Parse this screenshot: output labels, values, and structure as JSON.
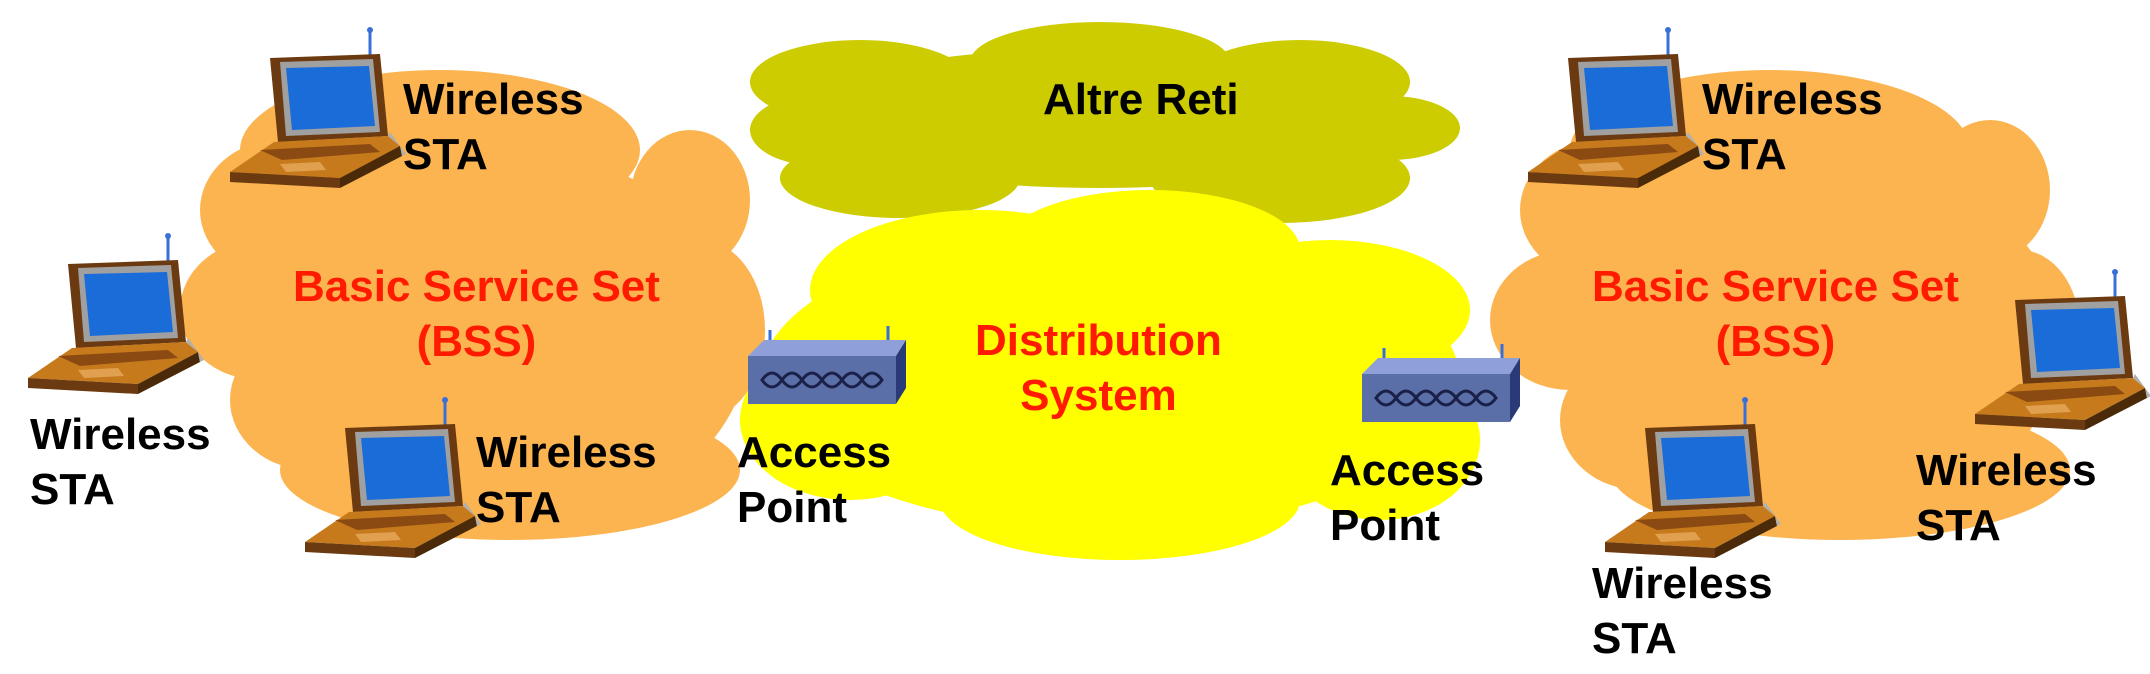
{
  "colors": {
    "bss_cloud": "#fbb450",
    "distribution_cloud": "#ffff00",
    "other_networks_cloud": "#cccc00",
    "bss_text": "#ff1a00",
    "text": "#000000",
    "laptop_screen": "#1a6cd8",
    "laptop_body": "#c67a1c",
    "access_point": "#5a6fa8"
  },
  "clouds": {
    "other_networks": "Altre Reti",
    "distribution": {
      "line1": "Distribution",
      "line2": "System"
    },
    "bss_left": {
      "line1": "Basic Service Set",
      "line2": "(BSS)"
    },
    "bss_right": {
      "line1": "Basic Service Set",
      "line2": "(BSS)"
    }
  },
  "stations": {
    "left_top": {
      "line1": "Wireless",
      "line2": "STA"
    },
    "left_side": {
      "line1": "Wireless",
      "line2": "STA"
    },
    "left_bottom": {
      "line1": "Wireless",
      "line2": "STA"
    },
    "right_top": {
      "line1": "Wireless",
      "line2": "STA"
    },
    "right_side": {
      "line1": "Wireless",
      "line2": "STA"
    },
    "right_bottom": {
      "line1": "Wireless",
      "line2": "STA"
    }
  },
  "access_points": {
    "left": {
      "line1": "Access",
      "line2": "Point"
    },
    "right": {
      "line1": "Access",
      "line2": "Point"
    }
  },
  "icons": {
    "laptop": "laptop-icon",
    "access_point": "access-point-icon"
  }
}
